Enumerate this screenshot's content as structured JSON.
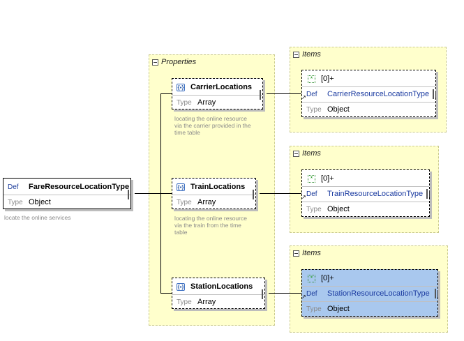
{
  "root": {
    "def_label": "Def",
    "name": "FareResourceLocationType",
    "type_label": "Type",
    "type_value": "Object",
    "description": "locate the online services"
  },
  "properties_group": {
    "title": "Properties"
  },
  "properties": [
    {
      "icon": "array-icon",
      "name": "CarrierLocations",
      "type_label": "Type",
      "type_value": "Array",
      "description": [
        "locating the online resource",
        "via the carrier provided in the",
        "time table"
      ]
    },
    {
      "icon": "array-icon",
      "name": "TrainLocations",
      "type_label": "Type",
      "type_value": "Array",
      "description": [
        "locating the online resource",
        "via the train from the time",
        "table"
      ]
    },
    {
      "icon": "array-icon",
      "name": "StationLocations",
      "type_label": "Type",
      "type_value": "Array",
      "description": []
    }
  ],
  "items": [
    {
      "group_title": "Items",
      "cardinality": "[0]+",
      "def_label": "Def",
      "ref_name": "CarrierResourceLocationType",
      "type_label": "Type",
      "type_value": "Object",
      "selected": false
    },
    {
      "group_title": "Items",
      "cardinality": "[0]+",
      "def_label": "Def",
      "ref_name": "TrainResourceLocationType",
      "type_label": "Type",
      "type_value": "Object",
      "selected": false
    },
    {
      "group_title": "Items",
      "cardinality": "[0]+",
      "def_label": "Def",
      "ref_name": "StationResourceLocationType",
      "type_label": "Type",
      "type_value": "Object",
      "selected": true
    }
  ],
  "colors": {
    "group_bg": "#ffffcc",
    "selected_bg": "#a9c8ee",
    "def_blue": "#1a3a9a"
  }
}
